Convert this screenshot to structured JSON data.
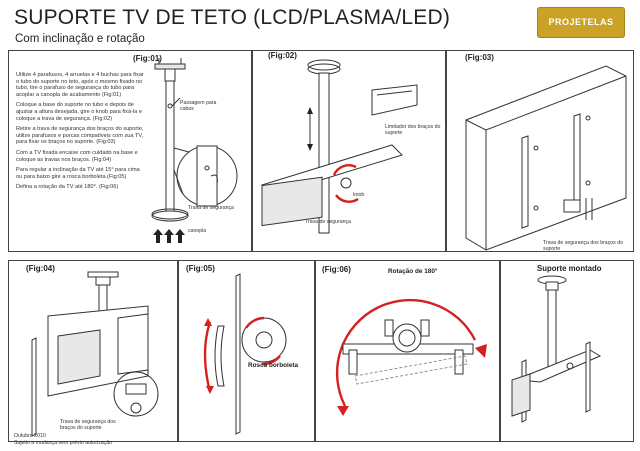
{
  "header": {
    "title": "SUPORTE TV DE TETO (LCD/PLASMA/LED)",
    "subtitle": "Com inclinação e rotação",
    "logo_text": "PROJETELAS"
  },
  "instructions": [
    "Utilize 4 parafusos, 4 arruelas e 4 buchas para fixar o tubo do suporte no teto, após o mesmo fixado no tubo, tire o parafuso de segurança do tubo para acoplar a canopla de acabamento (Fig:01)",
    "Coloque a base do suporte no tubo e depois de ajustar a altura desejada, gire o knob para fixá-la e coloque a trava de segurança. (Fig:02)",
    "Retire a trava de segurança dos braços do suporte, utilize parafusos e porcas compatíveis com sua TV, para fixar os braços no suporte. (Fig:03)",
    "Com a TV fixada encaixe com cuidado na base e coloque as travas nos braços. (Fig:04)",
    "Para regular a inclinação da TV até 15° para cima ou para baixo gire a rosca borboleta.(Fig:05)",
    "Defina a rotação da TV até 180°. (Fig:06)"
  ],
  "figures": {
    "fig01": {
      "label": "(Fig:01)",
      "passagem": "Passagem para cabos",
      "trava": "Trava de segurança",
      "canopla": "canopla"
    },
    "fig02": {
      "label": "(Fig:02)",
      "limitador": "Limitador dos braços do suporte",
      "knob": "knob",
      "trava": "Trava de segurança"
    },
    "fig03": {
      "label": "(Fig:03)",
      "trava": "Trava de segurança dos braços do suporte"
    },
    "fig04": {
      "label": "(Fig:04)",
      "trava": "Trava de segurança dos braços do suporte"
    },
    "fig05": {
      "label": "(Fig:05)",
      "rosca": "Rosca borboleta"
    },
    "fig06": {
      "label": "(Fig:06)",
      "rotacao": "Rotação de 180°"
    },
    "montado": {
      "label": "Suporte montado"
    }
  },
  "footer": {
    "date": "Outubro 2010",
    "disclaimer": "Sujeito a mudança sem prévio autorização"
  },
  "colors": {
    "accent_red": "#d62020",
    "logo_gold": "#c9a227",
    "line": "#333333"
  }
}
